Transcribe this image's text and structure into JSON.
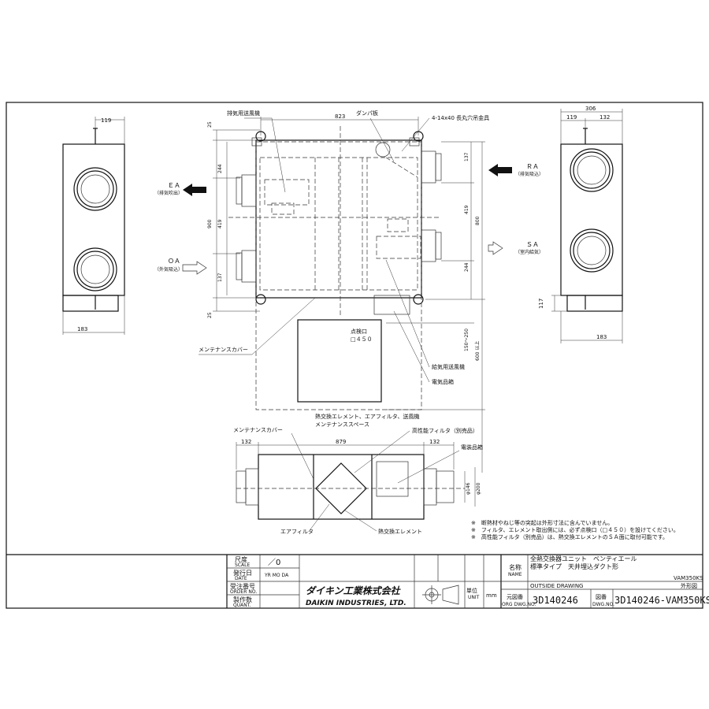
{
  "top_view": {
    "dims": {
      "total_width": "823",
      "top_margin": "25",
      "bottom_margin": "25",
      "left_height": "900",
      "left_upper": "244",
      "left_middle": "419",
      "left_lower": "137",
      "right_upper": "137",
      "right_middle": "419",
      "right_lower": "244",
      "right_total": "800",
      "maint_depth": "150～250",
      "maint_clearance": "600 以上"
    },
    "labels": {
      "exhaust_fan": "排気用送風機",
      "damper": "ダンパ板",
      "hanger": "4-14x40 長丸穴吊金具",
      "maint_cover": "メンテナンスカバー",
      "inspection_opening": "点検口",
      "inspection_size": "□４５０",
      "supply_fan": "給気用送風機",
      "electrical_box": "電気品箱",
      "maint_space_1": "熱交換エレメント、エアフィルタ、送風機",
      "maint_space_2": "メンテナンススペース"
    },
    "ports": {
      "ea": "ＥＡ",
      "ea_sub": "（排気吹出）",
      "oa": "ＯＡ",
      "oa_sub": "（外気吸込）",
      "ra": "ＲＡ",
      "ra_sub": "（排気吸込）",
      "sa": "ＳＡ",
      "sa_sub": "（室内給気）"
    }
  },
  "left_view": {
    "top_dim": "119",
    "bottom_dim": "183"
  },
  "right_view": {
    "total": "306",
    "left_dim": "119",
    "right_dim": "132",
    "height_dim": "117",
    "bottom_dim": "183"
  },
  "front_view": {
    "dims": {
      "left": "132",
      "middle": "879",
      "right": "132",
      "dia_inner": "φ146",
      "dia_outer": "φ200"
    },
    "labels": {
      "maint_cover": "メンテナンスカバー",
      "hepa": "高性能フィルタ（別売品）",
      "elec_box": "電装品箱",
      "air_filter": "エアフィルタ",
      "heat_element": "熱交換エレメント"
    }
  },
  "notes": [
    "※　断熱材やねじ等の突起は外形寸法に含んでいません。",
    "※　フィルタ、エレメント取出側には、必ず点検口（□４５０）を設けてください。",
    "※　高性能フィルタ（別売品）は、熱交換エレメントのＳＡ面に取付可能です。"
  ],
  "title_block": {
    "scale_label": "尺度",
    "scale_sub": "SCALE",
    "scale_value": "／0",
    "date_label": "発行日",
    "date_sub": "DATE",
    "date_value": "YR   MO   DA",
    "order_label": "受注番号",
    "order_sub": "ORDER NO.",
    "quantity_label": "製作数",
    "quantity_sub": "QUANT.",
    "company_jp": "ダイキン工業株式会社",
    "company_en": "DAIKIN INDUSTRIES, LTD.",
    "unit_label": "単位",
    "unit_sub": "UNIT",
    "unit_value": "mm",
    "name_label": "名称",
    "name_sub": "NAME",
    "product_line1": "全熱交換器ユニット　ベンティエール",
    "product_line2": "標準タイプ　天井埋込ダクト形",
    "model": "VAM350KS",
    "drawing_type_en": "OUTSIDE DRAWING",
    "drawing_type_jp": "外形図",
    "orig_label": "元図番",
    "orig_sub": "ORG DWG.NO.",
    "orig_value": "3D140246",
    "dwg_label": "図番",
    "dwg_sub": "DWG.NO.",
    "dwg_value": "3D140246-VAM350KS"
  }
}
